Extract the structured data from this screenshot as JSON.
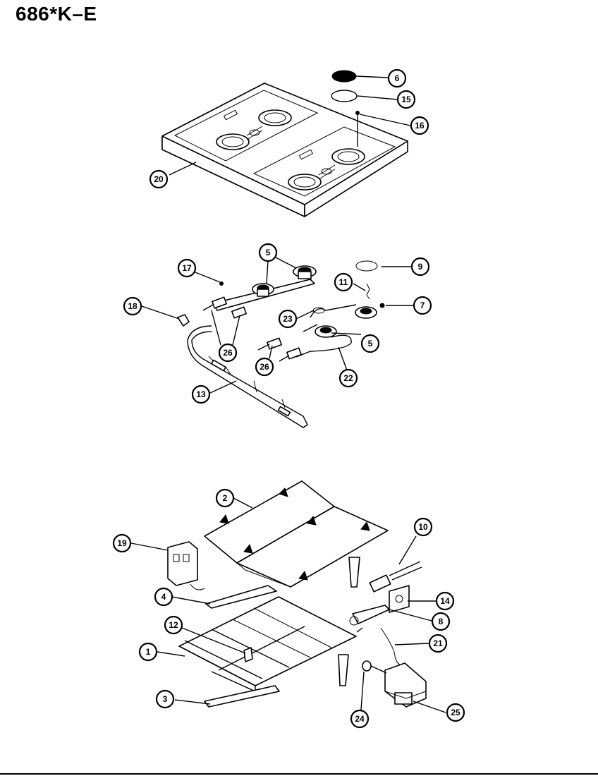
{
  "title": "686*K–E",
  "callouts": [
    {
      "id": "c6",
      "label": "6"
    },
    {
      "id": "c15",
      "label": "15"
    },
    {
      "id": "c16",
      "label": "16"
    },
    {
      "id": "c20",
      "label": "20"
    },
    {
      "id": "c5a",
      "label": "5"
    },
    {
      "id": "c17",
      "label": "17"
    },
    {
      "id": "c9",
      "label": "9"
    },
    {
      "id": "c11",
      "label": "11"
    },
    {
      "id": "c7",
      "label": "7"
    },
    {
      "id": "c18",
      "label": "18"
    },
    {
      "id": "c23",
      "label": "23"
    },
    {
      "id": "c26a",
      "label": "26"
    },
    {
      "id": "c5b",
      "label": "5"
    },
    {
      "id": "c26b",
      "label": "26"
    },
    {
      "id": "c22",
      "label": "22"
    },
    {
      "id": "c13",
      "label": "13"
    },
    {
      "id": "c2",
      "label": "2"
    },
    {
      "id": "c10",
      "label": "10"
    },
    {
      "id": "c19",
      "label": "19"
    },
    {
      "id": "c4",
      "label": "4"
    },
    {
      "id": "c14",
      "label": "14"
    },
    {
      "id": "c8",
      "label": "8"
    },
    {
      "id": "c12",
      "label": "12"
    },
    {
      "id": "c21",
      "label": "21"
    },
    {
      "id": "c1",
      "label": "1"
    },
    {
      "id": "c3",
      "label": "3"
    },
    {
      "id": "c24",
      "label": "24"
    },
    {
      "id": "c25",
      "label": "25"
    }
  ]
}
